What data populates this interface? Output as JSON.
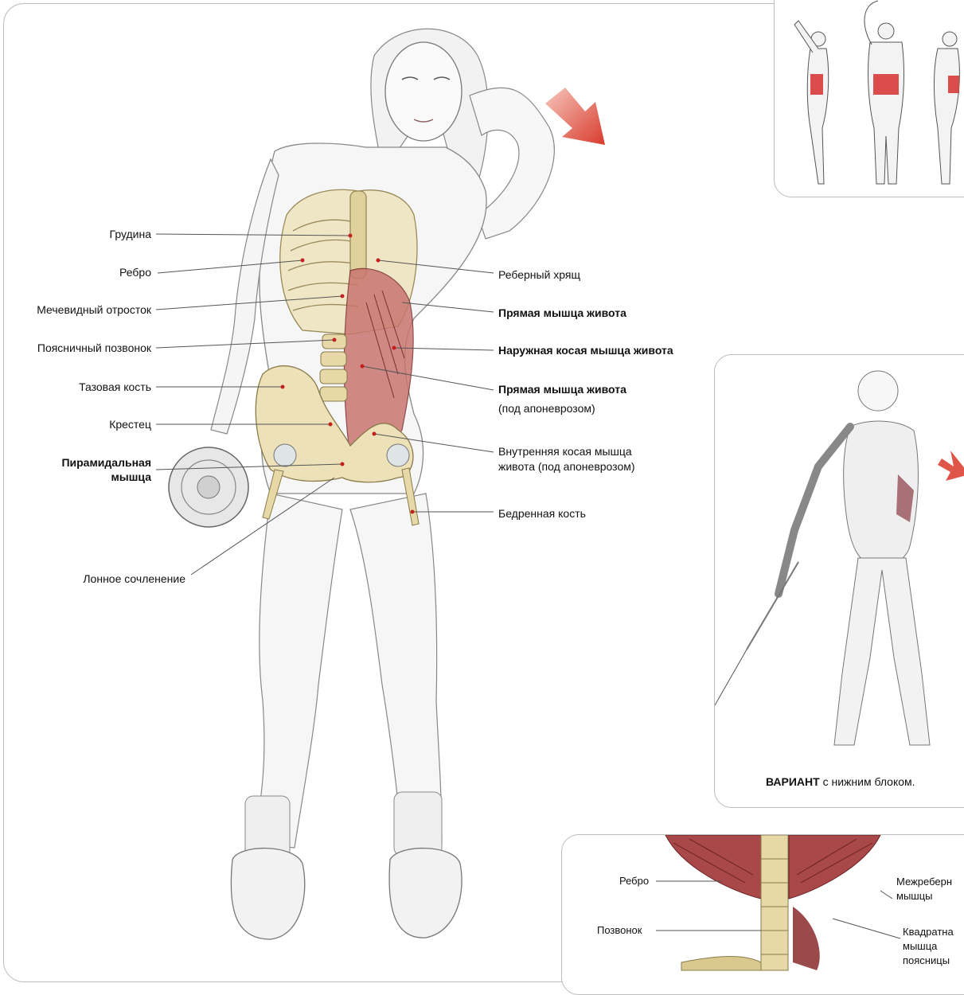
{
  "main_labels_left": {
    "sternum": "Грудина",
    "rib": "Ребро",
    "xiphoid": "Мечевидный отросток",
    "lumbar_vertebra": "Поясничный позвонок",
    "pelvic_bone": "Тазовая кость",
    "sacrum": "Крестец",
    "pyramidalis_1": "Пирамидальная",
    "pyramidalis_2": "мышца",
    "pubic_symphysis": "Лонное сочленение"
  },
  "main_labels_right": {
    "costal_cartilage": "Реберный хрящ",
    "rectus_abdominis": "Прямая мышца живота",
    "external_oblique": "Наружная косая мышца живота",
    "rectus_sheath_1": "Прямая мышца живота",
    "rectus_sheath_2": "(под апоневрозом)",
    "internal_oblique_1": "Внутренняя косая мышца",
    "internal_oblique_2": "живота (под апоневрозом)",
    "femur": "Бедренная кость"
  },
  "variant_panel": {
    "caption_bold": "ВАРИАНТ",
    "caption_rest": " с нижним блоком."
  },
  "detail_panel": {
    "rib": "Ребро",
    "vertebra": "Позвонок",
    "intercostal_1": "Межреберн",
    "intercostal_2": "мышцы",
    "quadratus_1": "Квадратна",
    "quadratus_2": "мышца",
    "quadratus_3": "поясницы"
  },
  "colors": {
    "muscle": "#b83a3a",
    "arrow": "#e0554a",
    "bone": "#e8dcb0",
    "line": "#555555"
  }
}
